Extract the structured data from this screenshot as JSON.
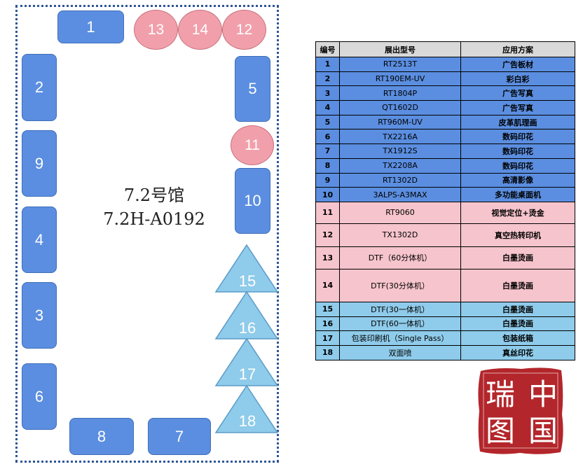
{
  "hall": {
    "title_line1": "7.2号馆",
    "title_line2": "7.2H-A0192",
    "booths": {
      "b1": "1",
      "b2": "2",
      "b3": "3",
      "b4": "4",
      "b5": "5",
      "b6": "6",
      "b7": "7",
      "b8": "8",
      "b9": "9",
      "b10": "10",
      "b11": "11",
      "b12": "12",
      "b13": "13",
      "b14": "14",
      "b15": "15",
      "b16": "16",
      "b17": "17",
      "b18": "18"
    }
  },
  "legend": {
    "headers": [
      "编号",
      "展出型号",
      "应用方案"
    ],
    "rows": [
      {
        "num": "1",
        "model": "RT2513T",
        "app": "广告板材",
        "group": "blue"
      },
      {
        "num": "2",
        "model": "RT190EM-UV",
        "app": "彩白彩",
        "group": "blue"
      },
      {
        "num": "3",
        "model": "RT1804P",
        "app": "广告写真",
        "group": "blue"
      },
      {
        "num": "4",
        "model": "QT1602D",
        "app": "广告写真",
        "group": "blue"
      },
      {
        "num": "5",
        "model": "RT960M-UV",
        "app": "皮革肌理画",
        "group": "blue"
      },
      {
        "num": "6",
        "model": "TX2216A",
        "app": "数码印花",
        "group": "blue"
      },
      {
        "num": "7",
        "model": "TX1912S",
        "app": "数码印花",
        "group": "blue"
      },
      {
        "num": "8",
        "model": "TX2208A",
        "app": "数码印花",
        "group": "blue"
      },
      {
        "num": "9",
        "model": "RT1302D",
        "app": "高清影像",
        "group": "blue"
      },
      {
        "num": "10",
        "model": "3ALPS-A3MAX",
        "app": "多功能桌面机",
        "group": "blue"
      },
      {
        "num": "11",
        "model": "RT9060",
        "app": "视觉定位+烫金",
        "group": "pink"
      },
      {
        "num": "12",
        "model": "TX1302D",
        "app": "真空热转印机",
        "group": "pink"
      },
      {
        "num": "13",
        "model": "DTF（60分体机）",
        "app": "白墨烫画",
        "group": "pink"
      },
      {
        "num": "14",
        "model": "DTF(30分体机）",
        "app": "白墨烫画",
        "group": "pink"
      },
      {
        "num": "15",
        "model": "DTF(30一体机）",
        "app": "白墨烫画",
        "group": "light"
      },
      {
        "num": "16",
        "model": "DTF(60一体机）",
        "app": "白墨烫画",
        "group": "light"
      },
      {
        "num": "17",
        "model": "包装印刷机（Single Pass）",
        "app": "包装纸箱",
        "group": "light"
      },
      {
        "num": "18",
        "model": "双面喷",
        "app": "真丝印花",
        "group": "light"
      }
    ]
  },
  "seal": {
    "text": "中国瑞图"
  },
  "colors": {
    "blue": "#5b8ee0",
    "pink": "#f6c4cc",
    "light_blue": "#8fcbea",
    "circle_pink": "#f1a0ab",
    "seal_red": "#b3262b"
  }
}
